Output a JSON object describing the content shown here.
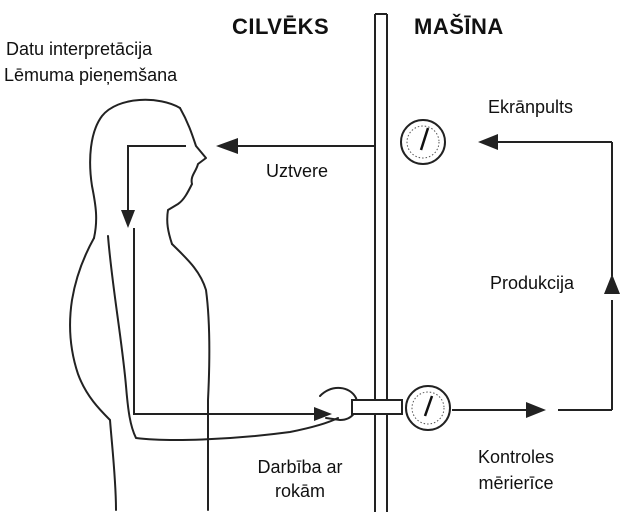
{
  "diagram": {
    "headings": {
      "human": "CILVĒKS",
      "machine": "MAŠĪNA"
    },
    "human_functions": {
      "line1": "Datu interpretācija",
      "line2": "Lēmuma pieņemšana"
    },
    "flows": {
      "perception": "Uztvere",
      "display": "Ekrānpults",
      "production": "Produkcija",
      "manual_action_line1": "Darbība ar",
      "manual_action_line2": "rokām",
      "control_line1": "Kontroles",
      "control_line2": "mērierīce"
    }
  }
}
